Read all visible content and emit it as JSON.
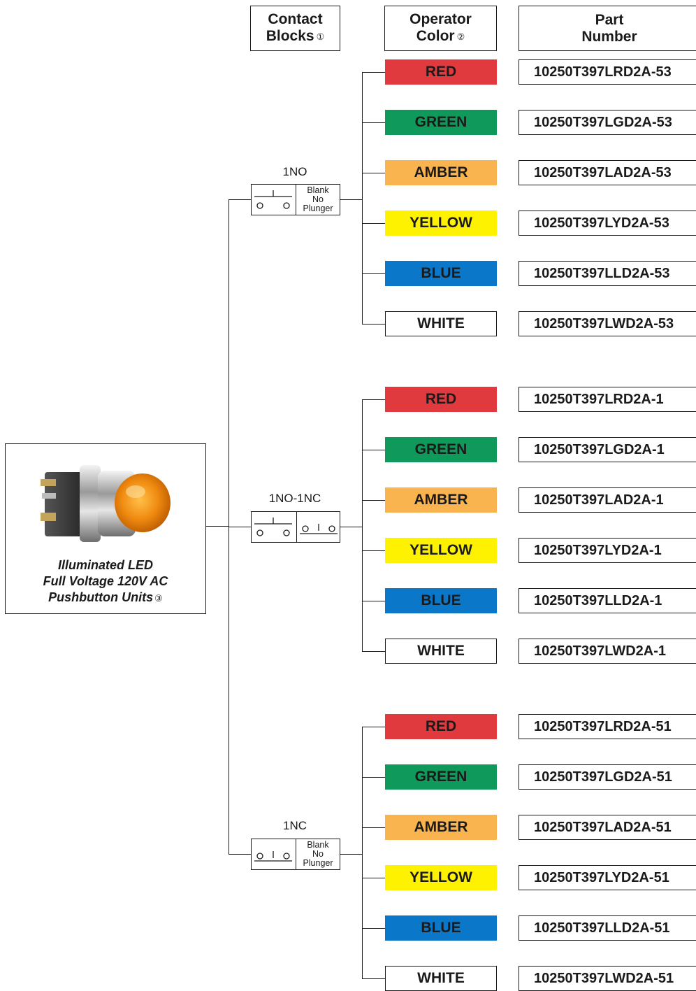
{
  "headers": {
    "contact_blocks": {
      "line1": "Contact",
      "line2": "Blocks",
      "footnote": "①"
    },
    "operator_color": {
      "line1": "Operator",
      "line2": "Color",
      "footnote": "②"
    },
    "part_number": {
      "line1": "Part",
      "line2": "Number"
    }
  },
  "product": {
    "caption_line1": "Illuminated LED",
    "caption_line2": "Full Voltage 120V AC",
    "caption_line3": "Pushbutton Units",
    "footnote": "③"
  },
  "blank_text": [
    "Blank",
    "No",
    "Plunger"
  ],
  "groups": [
    {
      "label": "1NO",
      "items": [
        {
          "color": "RED",
          "part": "10250T397LRD2A-53"
        },
        {
          "color": "GREEN",
          "part": "10250T397LGD2A-53"
        },
        {
          "color": "AMBER",
          "part": "10250T397LAD2A-53"
        },
        {
          "color": "YELLOW",
          "part": "10250T397LYD2A-53"
        },
        {
          "color": "BLUE",
          "part": "10250T397LLD2A-53"
        },
        {
          "color": "WHITE",
          "part": "10250T397LWD2A-53"
        }
      ]
    },
    {
      "label": "1NO-1NC",
      "items": [
        {
          "color": "RED",
          "part": "10250T397LRD2A-1"
        },
        {
          "color": "GREEN",
          "part": "10250T397LGD2A-1"
        },
        {
          "color": "AMBER",
          "part": "10250T397LAD2A-1"
        },
        {
          "color": "YELLOW",
          "part": "10250T397LYD2A-1"
        },
        {
          "color": "BLUE",
          "part": "10250T397LLD2A-1"
        },
        {
          "color": "WHITE",
          "part": "10250T397LWD2A-1"
        }
      ]
    },
    {
      "label": "1NC",
      "items": [
        {
          "color": "RED",
          "part": "10250T397LRD2A-51"
        },
        {
          "color": "GREEN",
          "part": "10250T397LGD2A-51"
        },
        {
          "color": "AMBER",
          "part": "10250T397LAD2A-51"
        },
        {
          "color": "YELLOW",
          "part": "10250T397LYD2A-51"
        },
        {
          "color": "BLUE",
          "part": "10250T397LLD2A-51"
        },
        {
          "color": "WHITE",
          "part": "10250T397LWD2A-51"
        }
      ]
    }
  ],
  "colors": {
    "RED": {
      "bg": "#e03a3e",
      "fg": "#1a1a1a"
    },
    "GREEN": {
      "bg": "#0f9a5c",
      "fg": "#1a1a1a"
    },
    "AMBER": {
      "bg": "#f9b450",
      "fg": "#1a1a1a"
    },
    "YELLOW": {
      "bg": "#fff200",
      "fg": "#1a1a1a"
    },
    "BLUE": {
      "bg": "#0a77c9",
      "fg": "#1a1a1a"
    },
    "WHITE": {
      "bg": "#ffffff",
      "fg": "#1a1a1a"
    }
  }
}
